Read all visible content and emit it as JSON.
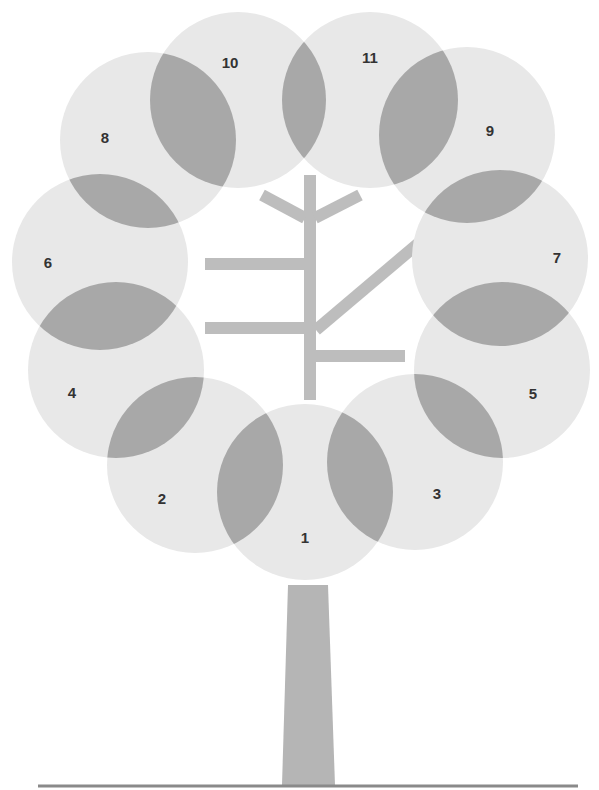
{
  "diagram": {
    "nodes": [
      {
        "text": [
          "10"
        ]
      },
      {
        "text": [
          "11"
        ]
      },
      {
        "text": [
          "8"
        ]
      },
      {
        "text": [
          "9"
        ]
      },
      {
        "text": [
          "6"
        ]
      },
      {
        "text": [
          "7"
        ]
      },
      {
        "text": [
          "4"
        ]
      },
      {
        "text": [
          "5"
        ]
      },
      {
        "text": [
          "2"
        ]
      },
      {
        "text": [
          "3"
        ]
      },
      {
        "text": [
          "1"
        ]
      }
    ]
  }
}
